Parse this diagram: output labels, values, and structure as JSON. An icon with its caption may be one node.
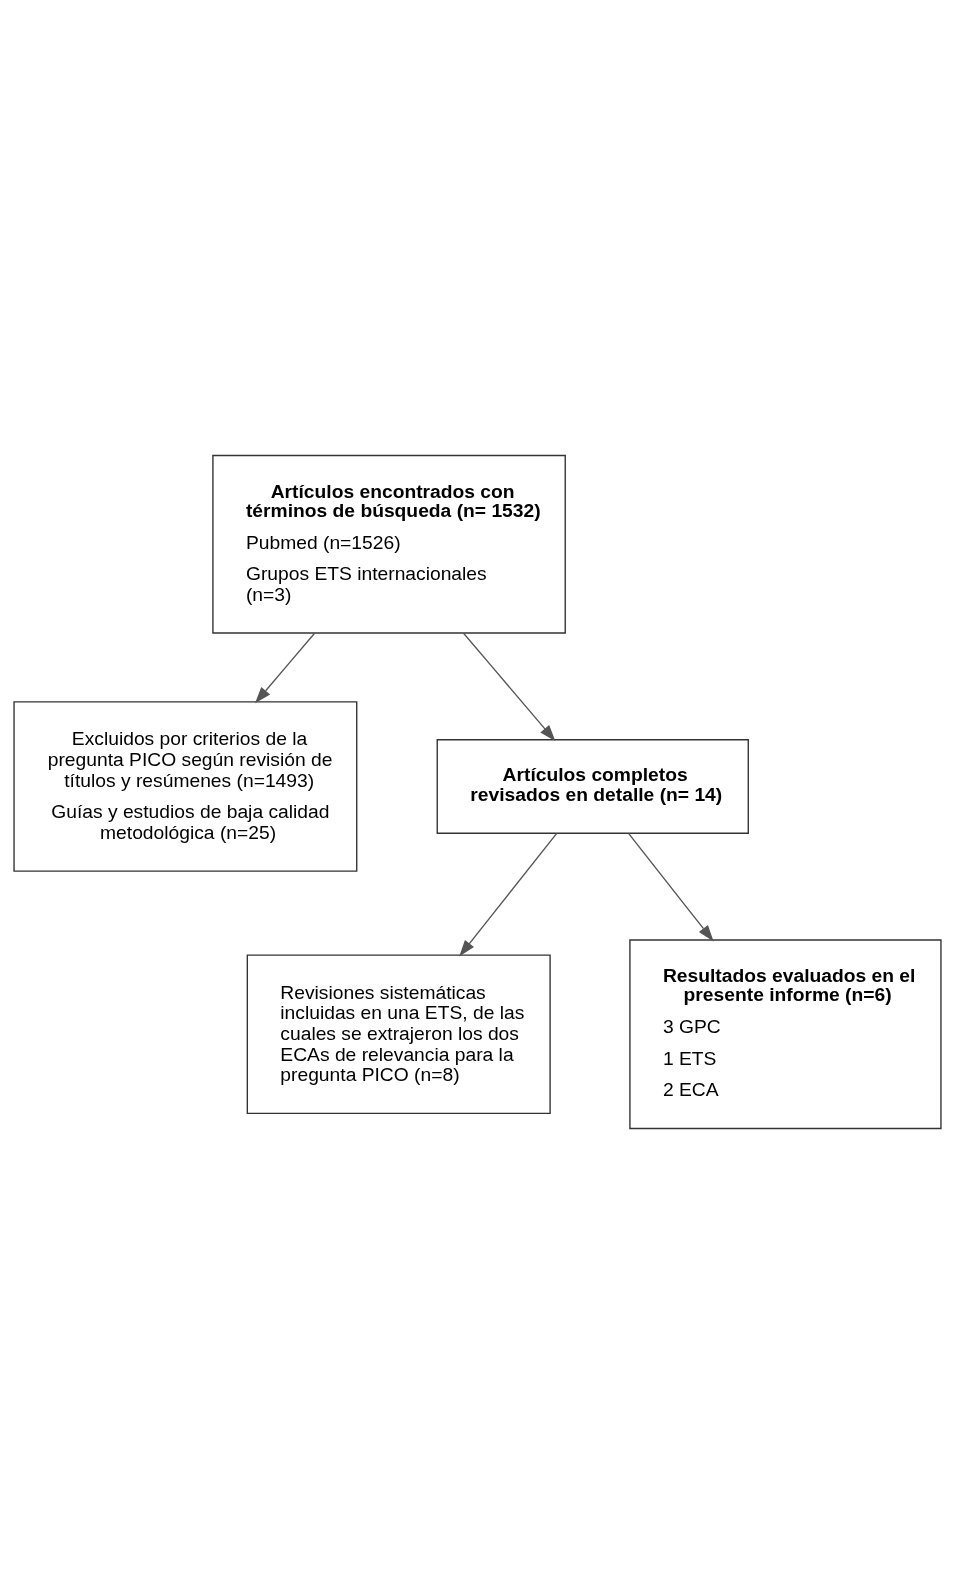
{
  "diagram": {
    "nodes": [
      {
        "text": [
          "Artículos encontrados con términos de búsqueda (n= 1532)",
          "Pubmed (n=1526)",
          "Grupos ETS internacionales (n=3)"
        ]
      },
      {
        "text": [
          "Excluidos por criterios de la pregunta PICO según revisión de títulos y resúmenes (n=1493)",
          "Guías y estudios de baja calidad metodológica (n=25)"
        ]
      },
      {
        "text": [
          "Artículos completos revisados en detalle (n= 14)"
        ]
      },
      {
        "text": [
          "Revisiones sistemáticas incluidas en una ETS, de las cuales se extrajeron los dos ECAs de relevancia para la pregunta PICO (n=8)"
        ]
      },
      {
        "text": [
          "Resultados evaluados en el presente informe (n=6)",
          "3 GPC",
          "1 ETS",
          "2 ECA"
        ]
      }
    ],
    "edges": [
      {
        "from": 0,
        "to": 2,
        "arrow": "to"
      },
      {
        "from": 0,
        "to": 1,
        "arrow": "to"
      },
      {
        "from": 2,
        "to": 4,
        "arrow": "to"
      },
      {
        "from": 2,
        "to": 3,
        "arrow": "to"
      }
    ]
  }
}
